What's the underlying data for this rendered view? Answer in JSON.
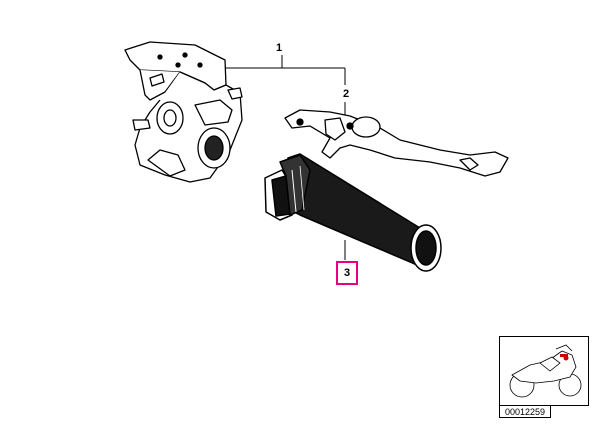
{
  "callouts": {
    "part1": "1",
    "part2": "2",
    "part3": "3"
  },
  "diagram_code": "00012259",
  "colors": {
    "line": "#000000",
    "highlight": "#e6007e",
    "grip_dark": "#111111",
    "thumb_highlight": "#cc0000"
  },
  "icons": {
    "housing": "switch-housing-icon",
    "lever": "clutch-lever-icon",
    "grip": "throttle-grip-icon",
    "motorcycle": "motorcycle-thumbnail-icon"
  }
}
